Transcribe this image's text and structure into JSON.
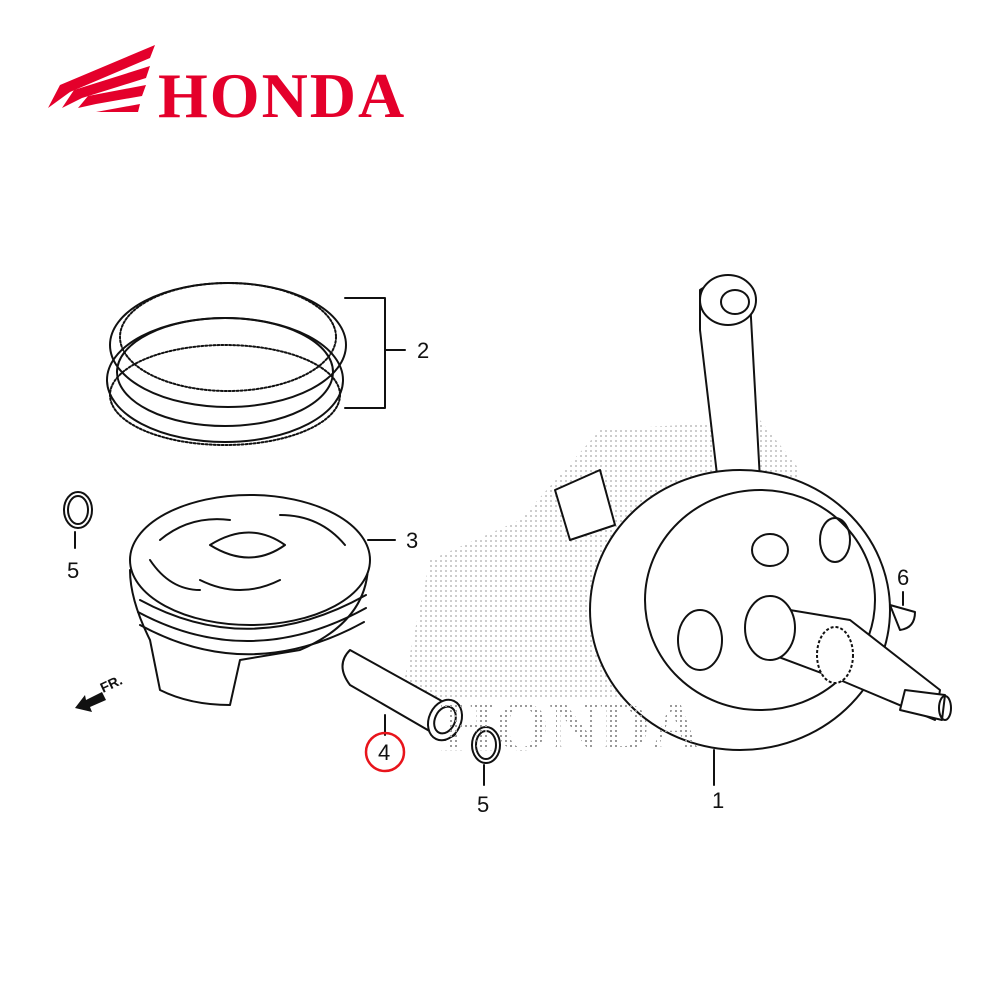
{
  "logo": {
    "brand": "HONDA",
    "color": "#e4002b"
  },
  "watermark": {
    "text": "HONDA"
  },
  "direction": {
    "label": "FR."
  },
  "callouts": [
    {
      "number": "1",
      "part": "crankshaft"
    },
    {
      "number": "2",
      "part": "piston-ring-set"
    },
    {
      "number": "3",
      "part": "piston"
    },
    {
      "number": "4",
      "part": "piston-pin",
      "highlighted": true,
      "highlight_color": "#e8141b"
    },
    {
      "number": "5",
      "part": "piston-pin-clip"
    },
    {
      "number": "5",
      "part": "piston-pin-clip"
    },
    {
      "number": "6",
      "part": "woodruff-key"
    }
  ]
}
